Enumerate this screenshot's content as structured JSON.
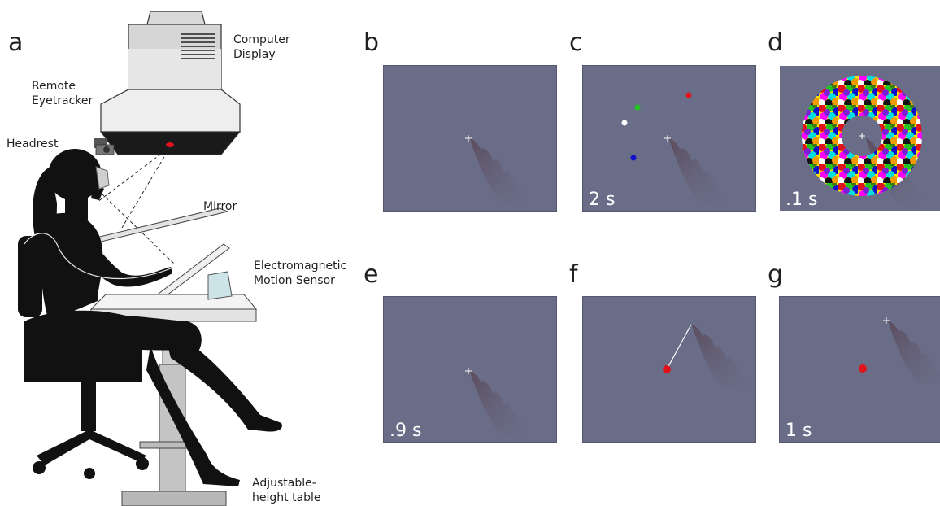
{
  "panel_labels": {
    "a": "a",
    "b": "b",
    "c": "c",
    "d": "d",
    "e": "e",
    "f": "f",
    "g": "g"
  },
  "annotations": {
    "computer_display": [
      "Computer",
      "Display"
    ],
    "remote_eyetracker": [
      "Remote",
      "Eyetracker"
    ],
    "headrest": "Headrest",
    "mirror": "Mirror",
    "motion_sensor": [
      "Electromagnetic",
      "Motion Sensor"
    ],
    "table": [
      "Adjustable-",
      "height table"
    ]
  },
  "timings": {
    "c": "2 s",
    "d": ".1 s",
    "e": ".9 s",
    "g": "1 s"
  },
  "colors": {
    "screen_bg": "#6a6d88",
    "target_red": "#e0131c",
    "dot_green": "#22c322",
    "dot_white": "#ffffff",
    "dot_blue": "#1010c8",
    "silhouette": "#111111"
  }
}
